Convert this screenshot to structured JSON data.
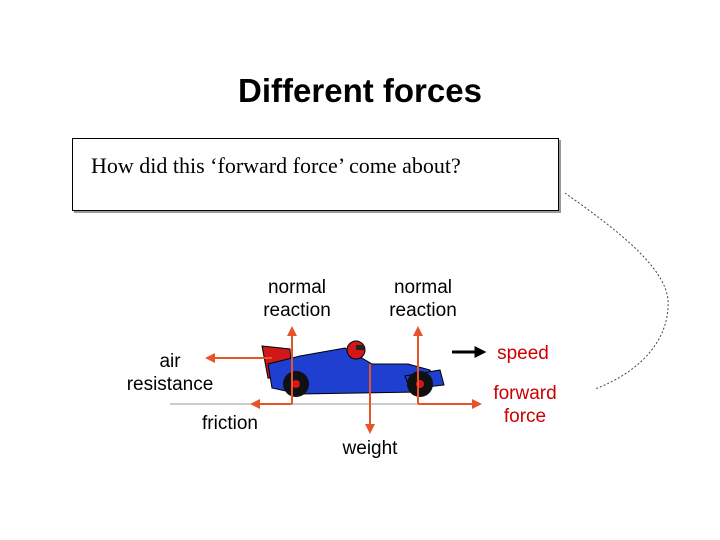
{
  "slide": {
    "title": "Different forces",
    "question": "How did this ‘forward force’ come about?"
  },
  "labels": {
    "normal_reaction_left_1": "normal",
    "normal_reaction_left_2": "reaction",
    "normal_reaction_right_1": "normal",
    "normal_reaction_right_2": "reaction",
    "air_resistance_1": "air",
    "air_resistance_2": "resistance",
    "friction": "friction",
    "weight": "weight",
    "speed": "speed",
    "forward_force_1": "forward",
    "forward_force_2": "force"
  },
  "colors": {
    "force_arrow": "#e8542a",
    "speed_arrow": "#000000",
    "speed_label": "#cc0000",
    "car_body": "#1f3fd0",
    "car_wing": "#d01818",
    "driver_helmet": "#d01818"
  }
}
